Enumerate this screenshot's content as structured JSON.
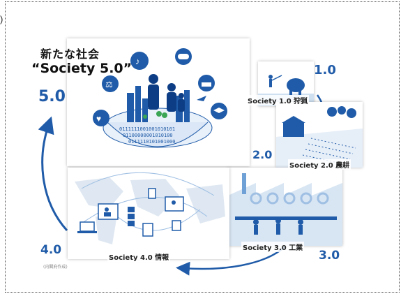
{
  "marker": ")",
  "title": {
    "jp": "新たな社会",
    "en": "“Society 5.0”"
  },
  "stages": [
    {
      "number": "5.0",
      "label": ""
    },
    {
      "number": "1.0",
      "label": "Society 1.0 狩猟"
    },
    {
      "number": "2.0",
      "label": "Society 2.0 農耕"
    },
    {
      "number": "3.0",
      "label": "Society 3.0 工業"
    },
    {
      "number": "4.0",
      "label": "Society 4.0 情報"
    }
  ],
  "source_note": "(内閣府作成)",
  "binary_lines": [
    "0111111001001010101",
    "01100000001010100",
    "0111110101001000"
  ],
  "colors": {
    "accent": "#1f5ba8",
    "light_blue": "#cfe0f1",
    "mid_blue": "#6fa0d6"
  },
  "icons": [
    "music-icon",
    "pill-icon",
    "scales-icon",
    "factory-icon",
    "heart-icon",
    "graduation-cap-icon",
    "drone-icon",
    "mammoth-icon",
    "tree-icon",
    "monitor-icon",
    "laptop-icon",
    "tablet-icon",
    "server-icon",
    "gear-icon",
    "worker-icon"
  ]
}
